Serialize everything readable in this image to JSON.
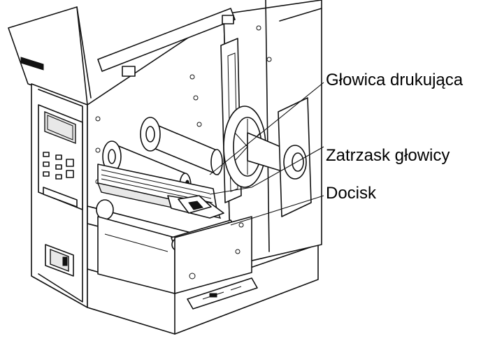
{
  "callouts": [
    {
      "id": "print-head",
      "label": "Głowica drukująca"
    },
    {
      "id": "head-latch",
      "label": "Zatrzask głowicy"
    },
    {
      "id": "pressure-roller",
      "label": "Docisk"
    }
  ]
}
